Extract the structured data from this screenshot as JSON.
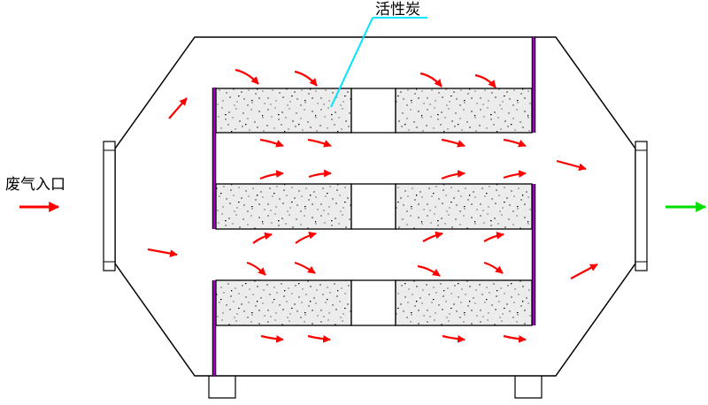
{
  "labels": {
    "carbon": "活性炭",
    "inlet": "废气入口"
  },
  "colors": {
    "flow_arrow": "#ff0000",
    "outlet_arrow": "#00dd00",
    "leader_line": "#00e5ff",
    "baffle": "#a000c8",
    "outline": "#000000"
  },
  "components": {
    "carbon_tray_rows": 3,
    "carbon_beds_per_row": 2
  }
}
